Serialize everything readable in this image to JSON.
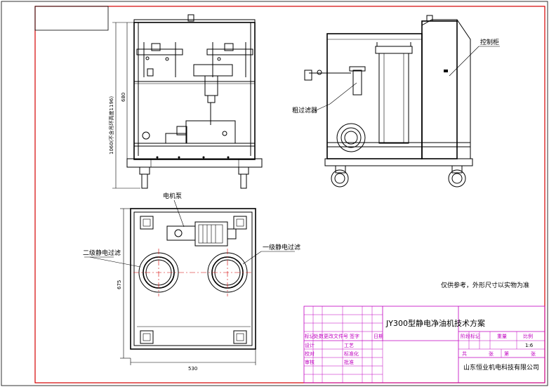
{
  "labels": {
    "motor_pump": "电机泵",
    "secondary_filter": "二级静电过滤",
    "primary_filter": "一级静电过滤",
    "coarse_filter": "粗过滤器",
    "control_cabinet": "控制柜",
    "note": "仅供参考，外形尺寸以实物为准"
  },
  "dimensions": {
    "height_total": "1060(不含吊环高度1196)",
    "height_body": "680",
    "depth": "675",
    "width": "530"
  },
  "title_block": {
    "drawing_title": "JY300型静电净油机技术方案",
    "header_cols": [
      "标记",
      "处数",
      "更改文件号",
      "签字",
      "日期"
    ],
    "sign_rows": [
      "设计",
      "校对",
      "审核",
      "工艺",
      "标准化",
      "批准"
    ],
    "right_header": [
      "阶段标记",
      "重量",
      "比例"
    ],
    "scale": "1:6",
    "sheet_total_label": "共",
    "sheet_label": "张",
    "sheet_num_label": "第",
    "company": "山东恒业机电科技有限公司"
  },
  "colors": {
    "outline": "#000000",
    "border": "#d40000",
    "title_block": "#c000c0",
    "centerline": "#d40000"
  }
}
